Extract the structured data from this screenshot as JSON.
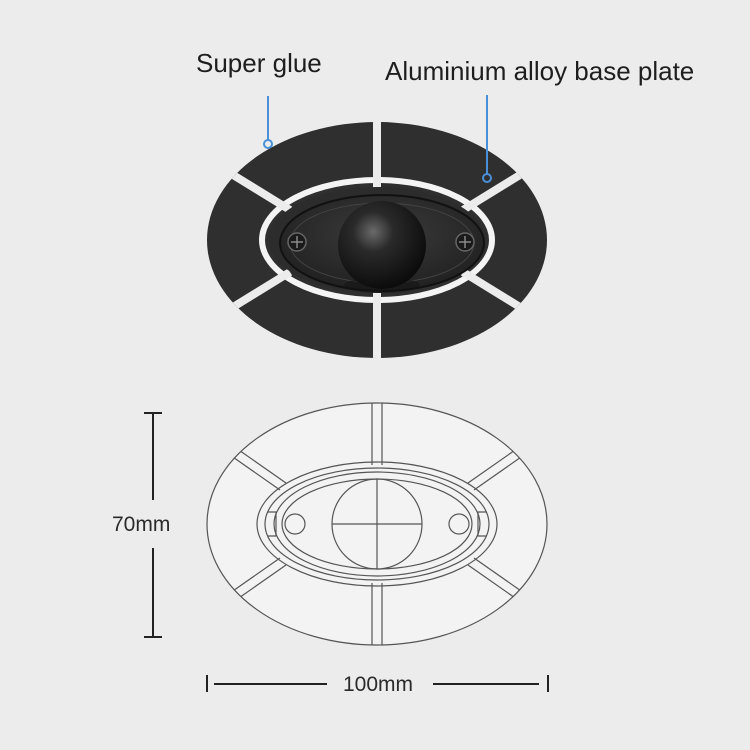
{
  "callouts": {
    "super_glue": "Super glue",
    "base_plate": "Aluminium alloy base plate"
  },
  "dimensions": {
    "height": "70mm",
    "width": "100mm"
  },
  "colors": {
    "background": "#ececec",
    "pad": "#2e2e2e",
    "callout_line": "#4a90d9",
    "outline": "#555555"
  }
}
